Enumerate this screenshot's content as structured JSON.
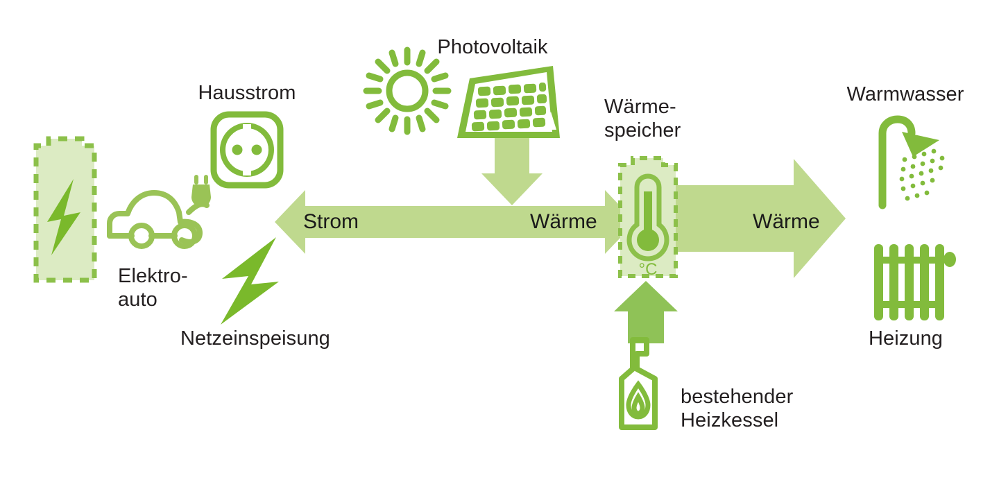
{
  "diagram": {
    "title": "Energiefluss Waermespeicher",
    "background": "#ffffff",
    "colors": {
      "bright_green": "#7ab92b",
      "icon_green": "#8cc04a",
      "mid_green": "#8fc257",
      "pale_green": "#bfd98e",
      "fill_green": "#dcebc3",
      "dashed_border": "#8cc04a",
      "text": "#231f20"
    }
  },
  "labels": {
    "photovoltaik": "Photovoltaik",
    "hausstrom": "Hausstrom",
    "elektroauto": "Elektro-\nauto",
    "netzeinspeisung": "Netzeinspeisung",
    "waermespeicher": "Wärme-\nspeicher",
    "warmwasser": "Warmwasser",
    "heizung": "Heizung",
    "heizkessel": "bestehender\nHeizkessel",
    "thermometer_unit": "°C"
  },
  "flows": {
    "strom": "Strom",
    "waerme_left": "Wärme",
    "waerme_right": "Wärme"
  },
  "icons": {
    "battery": "battery-icon",
    "bolt_battery": "lightning-bolt-icon",
    "car": "electric-car-icon",
    "socket": "power-socket-icon",
    "sun": "sun-icon",
    "pv_panel": "solar-panel-icon",
    "grid_bolt": "lightning-bolt-icon",
    "thermometer": "thermometer-icon",
    "boiler": "gas-boiler-icon",
    "shower": "shower-icon",
    "radiator": "radiator-icon",
    "arrow_down_pv": "arrow-down-icon",
    "arrow_up_boiler": "arrow-up-icon",
    "arrow_double_strom_waerme": "double-arrow-icon",
    "arrow_right_waerme": "arrow-right-icon"
  }
}
